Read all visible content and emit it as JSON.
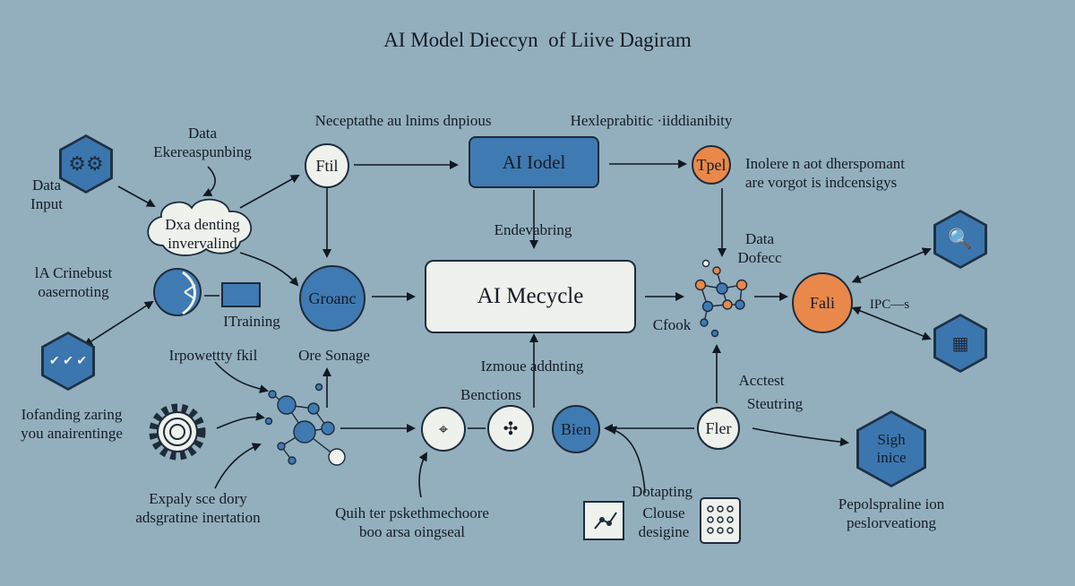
{
  "title": "AI Model Dieccyn  of Liive Dagiram",
  "labels": {
    "data_input": "Data\nInput",
    "data_stream": "Data\nEkereaspunbing",
    "cloud": "Dxa denting\ninvervalind",
    "ia_crinebust": "lA Crinebust\noasernoting",
    "training": "ITraining",
    "irpowetty": "Irpowettty fkil",
    "ore_sonage": "Ore Sonage",
    "iofanding": "Iofanding zaring\nyou anairentinge",
    "expaly": "Expaly sce dory\nadsgratine inertation",
    "quih": "Quih ter pskethmechoore\nboo arsa oingseal",
    "neceptathe": "Neceptathe au lnims dnpious",
    "hexleprabitic": "Hexleprabitic ·iiddianibity",
    "endevabring": "Endevabring",
    "izmoue": "Izmoue addnting",
    "benctions": "Benctions",
    "indolere": "Inolere n aot dherspomant\nare vorgot is indcensigys",
    "data_dofece": "Data\nDofecc",
    "cfook": "Cfook",
    "ipc": "IPC—s",
    "acctest": "Acctest",
    "steutring": "Steutring",
    "dotapting": "Dotapting",
    "clouse": "Clouse\ndesigine",
    "pepolspraline": "Pepolspraline ion\npeslorveationg"
  },
  "nodes": {
    "ftil": "Ftil",
    "ai_model": "AI Iodel",
    "tpel": "Tpel",
    "groanc": "Groanc",
    "ai_lifecycle": "AI Mecycle",
    "fali": "Fali",
    "bien": "Bien",
    "fler": "Fler",
    "sigh": "Sigh\ninice"
  },
  "colors": {
    "background": "#93afbe",
    "blue": "#3f7ab2",
    "orange": "#e9884a",
    "light": "#eef1ec",
    "dark": "#1e3144"
  }
}
